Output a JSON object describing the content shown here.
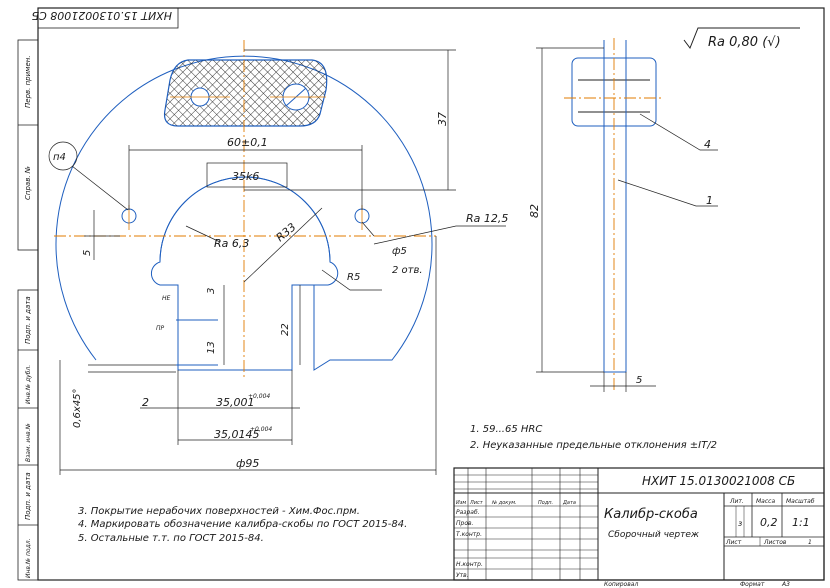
{
  "stamp_top": "НХИТ 15.0130021008 СБ",
  "side_labels": [
    "Перв. примен.",
    "Справ. №",
    "Подп. и дата",
    "Инв.№ дубл.",
    "Взам. инв.№",
    "Подп. и дата",
    "Инв.№ подл."
  ],
  "roughness_general": "Ra 0,80 (√)",
  "dimensions": {
    "d_37": "37",
    "d_60": "60±0,1",
    "d_35k6": "35k6",
    "d_5_left": "5",
    "d_ra63": "Ra 6,3",
    "d_r33": "R33",
    "d_phi5": "ф5",
    "d_2otv": "2 отв.",
    "d_r5": "R5",
    "d_ra125": "Ra 12,5",
    "d_3": "3",
    "d_22": "22",
    "d_13": "13",
    "d_ne": "НЕ",
    "d_pr": "ПР",
    "d_chamfer": "0,6x45°",
    "d_2": "2",
    "d_35001": "35,001",
    "d_35001_tol": "+0,004",
    "d_350145": "35,0145",
    "d_350145_tol": "+0,004",
    "d_phi95": "ф95",
    "d_82": "82",
    "d_5_side": "5",
    "callout_n4": "п4"
  },
  "leaders": {
    "pos_4": "4",
    "pos_1": "1"
  },
  "notes_right": [
    "1. 59...65 HRC",
    "2. Неуказанные предельные отклонения ±IT/2"
  ],
  "notes_left": [
    "3. Покрытие нерабочих поверхностей - Хим.Фос.прм.",
    "4. Маркировать обозначение калибра-скобы по ГОСТ 2015-84.",
    "5. Остальные т.т. по ГОСТ 2015-84."
  ],
  "title_block": {
    "designation": "НХИТ 15.0130021008 СБ",
    "name_line1": "Калибр-скоба",
    "name_line2": "Сборочный чертеж",
    "col_headers": [
      "Изм",
      "Лист",
      "№ докум.",
      "Подп.",
      "Дата"
    ],
    "rows": [
      "Разраб.",
      "Пров.",
      "Т.контр.",
      "",
      "Н.контр.",
      "Утв."
    ],
    "lit_label": "Лит.",
    "mass_label": "Масса",
    "scale_label": "Масштаб",
    "lit_value": "з",
    "mass_value": "0,2",
    "scale_value": "1:1",
    "sheet_label": "Лист",
    "sheets_label": "Листов",
    "sheets_value": "1"
  },
  "footer": {
    "copied": "Копировал",
    "format": "Формат",
    "format_value": "А3"
  }
}
